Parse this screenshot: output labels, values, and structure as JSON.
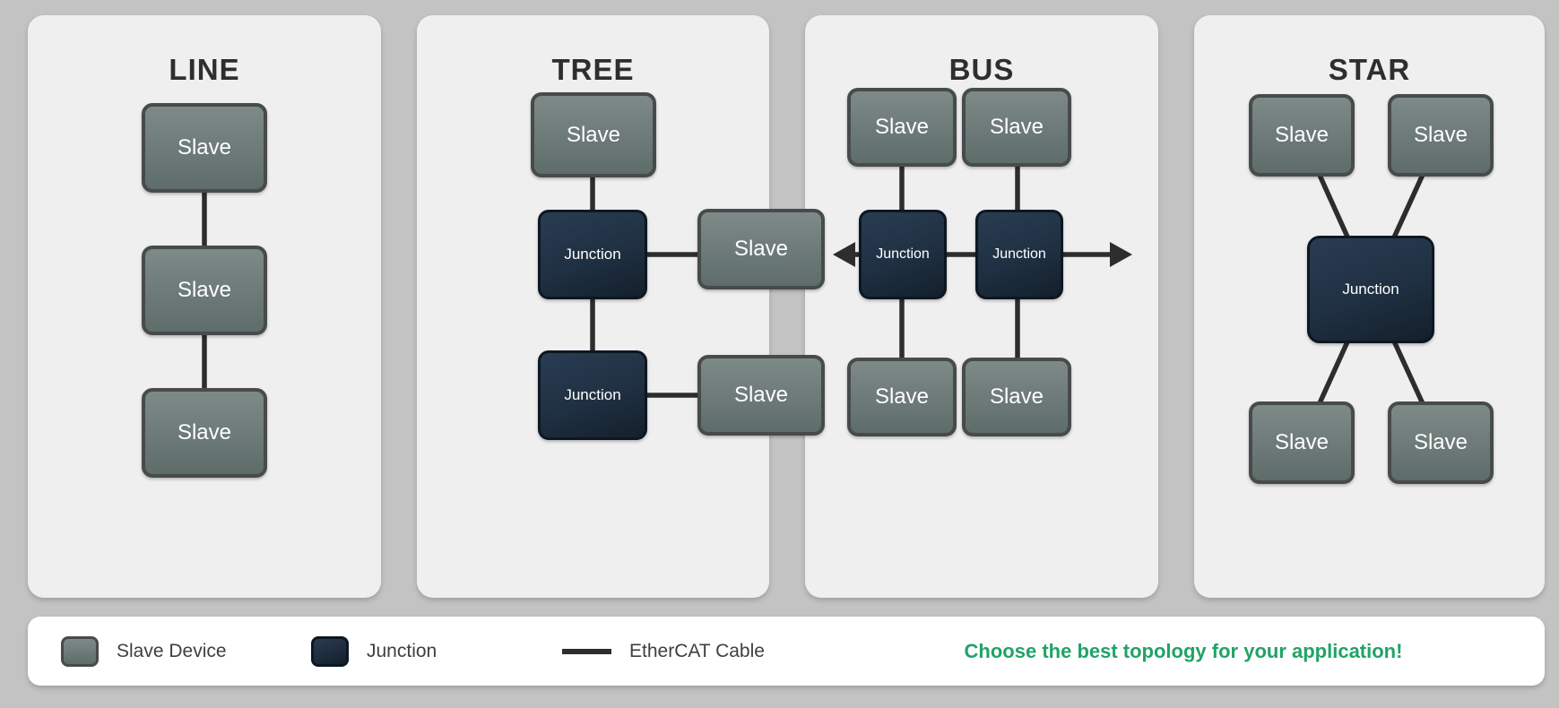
{
  "colors": {
    "page_bg": "#c3c3c3",
    "panel_bg": "#efefef",
    "slave_fill_top": "#7d8a88",
    "slave_fill_bottom": "#5e6c6a",
    "junction_fill_top": "#2a3c52",
    "junction_fill_bottom": "#141f2b",
    "cable": "#2d2d2d",
    "legend_bar_bg": "#ffffff",
    "title_text": "#2e2e2e",
    "cta_text": "#21a366"
  },
  "panels": [
    {
      "title": "LINE",
      "nodes": [
        {
          "kind": "slave",
          "label": "Slave"
        },
        {
          "kind": "slave",
          "label": "Slave"
        },
        {
          "kind": "slave",
          "label": "Slave"
        }
      ]
    },
    {
      "title": "TREE",
      "nodes": [
        {
          "kind": "slave",
          "label": "Slave"
        },
        {
          "kind": "junction",
          "label": "Junction"
        },
        {
          "kind": "slave",
          "label": "Slave"
        },
        {
          "kind": "junction",
          "label": "Junction"
        },
        {
          "kind": "slave",
          "label": "Slave"
        }
      ]
    },
    {
      "title": "BUS",
      "nodes": [
        {
          "kind": "slave",
          "label": "Slave"
        },
        {
          "kind": "slave",
          "label": "Slave"
        },
        {
          "kind": "junction",
          "label": "Junction"
        },
        {
          "kind": "junction",
          "label": "Junction"
        },
        {
          "kind": "slave",
          "label": "Slave"
        },
        {
          "kind": "slave",
          "label": "Slave"
        }
      ]
    },
    {
      "title": "STAR",
      "nodes": [
        {
          "kind": "slave",
          "label": "Slave"
        },
        {
          "kind": "slave",
          "label": "Slave"
        },
        {
          "kind": "junction",
          "label": "Junction"
        },
        {
          "kind": "slave",
          "label": "Slave"
        },
        {
          "kind": "slave",
          "label": "Slave"
        }
      ]
    }
  ],
  "legend": {
    "items": [
      {
        "swatch": "slave-device-swatch",
        "label": "Slave Device"
      },
      {
        "swatch": "junction-swatch",
        "label": "Junction"
      },
      {
        "swatch": "ethercat-cable-swatch",
        "label": "EtherCAT Cable"
      }
    ],
    "cta": "Choose the best topology for your application!"
  }
}
